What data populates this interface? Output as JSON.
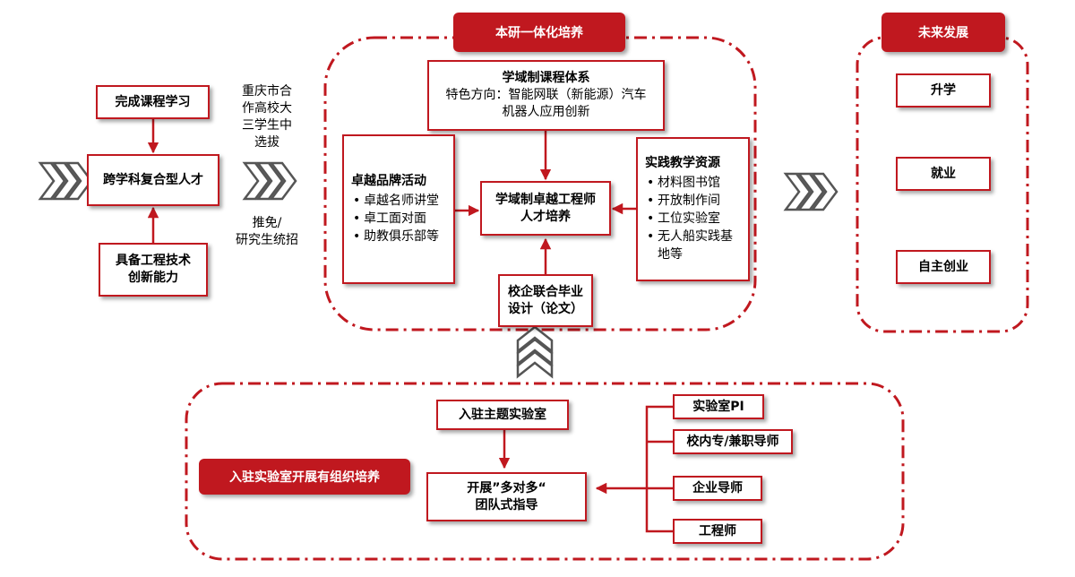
{
  "left": {
    "complete_course": "完成课程学习",
    "talent": "跨学科复合型人才",
    "ability_line1": "具备工程技术",
    "ability_line2": "创新能力",
    "selection_lines": [
      "重庆市合",
      "作高校大",
      "三学生中",
      "选拔"
    ],
    "recommend_lines": [
      "推免/",
      "研究生统招"
    ]
  },
  "center": {
    "title": "本研一体化培养",
    "curriculum_title": "学域制课程体系",
    "curriculum_line1": "特色方向：智能网联（新能源）汽车",
    "curriculum_line2": "机器人应用创新",
    "core_line1": "学域制卓越工程师",
    "core_line2": "人才培养",
    "brand_title": "卓越品牌活动",
    "brand_items": [
      "卓越名师讲堂",
      "卓工面对面",
      "助教俱乐部等"
    ],
    "practice_title": "实践教学资源",
    "practice_items": [
      "材料图书馆",
      "开放制作间",
      "工位实验室",
      "无人船实践基地等"
    ],
    "thesis_line1": "校企联合毕业",
    "thesis_line2": "设计（论文）"
  },
  "future": {
    "title": "未来发展",
    "items": [
      "升学",
      "就业",
      "自主创业"
    ]
  },
  "bottom": {
    "tag": "入驻实验室开展有组织培养",
    "enter_lab": "入驻主题实验室",
    "team_line1": "开展”多对多“",
    "team_line2": "团队式指导",
    "mentors": [
      "实验室PI",
      "校内专/兼职导师",
      "企业导师",
      "工程师"
    ]
  },
  "colors": {
    "accent": "#c0181f",
    "chevron": "#555555"
  }
}
